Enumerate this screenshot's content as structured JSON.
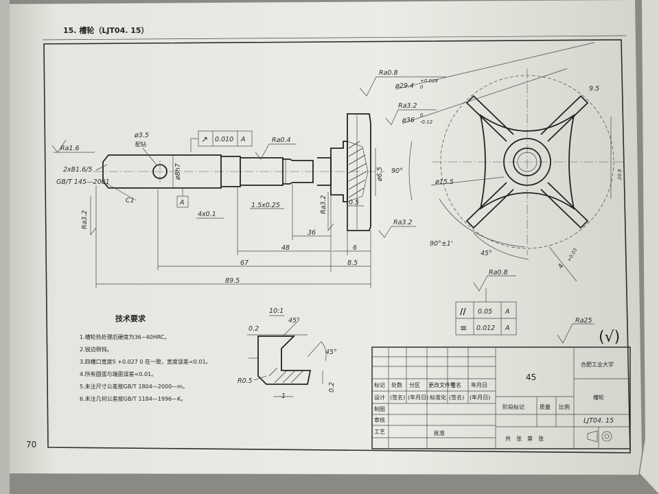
{
  "header": {
    "title": "15. 槽轮（LJT04. 15）",
    "page_number": "70"
  },
  "front_view": {
    "ra_left": "Ra1.6",
    "chamfer_spec_1": "2xB1.6/5",
    "chamfer_spec_2": "GB/T 145—2001",
    "chamfer_c1": "C1",
    "ra_left_vertical": "Ra3.2",
    "hole_dia": "ø3.5",
    "hole_note": "配钻",
    "shaft_dia": "ø8h7",
    "datum_a": "A",
    "runout_symbol": "↗",
    "runout_value": "0.010",
    "runout_datum": "A",
    "ra_top": "Ra0.4",
    "ra_mid_vertical": "Ra3.2",
    "groove_1": "4x0.1",
    "groove_2": "1.5x0.25",
    "dim_36": "36",
    "dim_48": "48",
    "dim_67": "67",
    "dim_89_5": "89.5",
    "dim_05": "0.5",
    "dim_6": "6",
    "dim_8_5": "8.5",
    "ra_right": "Ra3.2",
    "bore_dia": "ø6.5"
  },
  "side_view": {
    "ra_top": "Ra0.8",
    "dia_29": "ø29.4",
    "dia_29_tol_upper": "+0.028",
    "dia_29_tol_lower": "0",
    "ra_mid": "Ra3.2",
    "dia_36": "ø36",
    "dia_36_tol_upper": "0",
    "dia_36_tol_lower": "-0.12",
    "dim_9_5": "9.5",
    "dim_right": "20.8",
    "angle_90": "90°",
    "dia_15_5": "ø15.5",
    "angle_90_tol": "90°±1'",
    "angle_45": "45°",
    "slot_width": "4",
    "slot_tol": "+0.03",
    "ra_bottom": "Ra0.8",
    "parallel_symbol": "//",
    "parallel_value": "0.05",
    "parallel_datum": "A",
    "symmetry_symbol": "≡",
    "symmetry_value": "0.012",
    "symmetry_datum": "A",
    "ra_general": "Ra25",
    "ra_general_note": "(√)"
  },
  "detail_view": {
    "scale": "10:1",
    "dim_02_top": "0.2",
    "angle_top": "45°",
    "angle_right": "45°",
    "radius": "R0.5",
    "dim_1": "1",
    "dim_02_right": "0.2"
  },
  "tech_requirements": {
    "title": "技术要求",
    "items": [
      "1.槽轮热处理后硬度为36~40HRC。",
      "2.锐边倒钝。",
      "3.四槽口宽度5 +0.027 0 在一致，宽度误差<0.01。",
      "4.所有圆弧与端面误差<0.01。",
      "5.未注尺寸公差按GB/T 1804—2000—m。",
      "6.未注几何公差按GB/T 1184—1996—K。"
    ]
  },
  "title_block": {
    "material": "45",
    "company": "合肥工业大学",
    "part_name": "槽轮",
    "drawing_no": "LJT04. 15",
    "row_labels": [
      "标记",
      "设计",
      "制图",
      "审核",
      "工艺"
    ],
    "header_cells": [
      "处数",
      "分区",
      "更改文件号",
      "签名",
      "年月日"
    ],
    "sign_cells": [
      "(签名)",
      "(年月日)",
      "标准化",
      "(签名)",
      "(年月日)"
    ],
    "stage_label": "阶段标记",
    "weight_label": "质量",
    "scale_label": "比例",
    "sheets_label": "共　张　第　张",
    "approve_label": "批准"
  },
  "colors": {
    "paper": "#ecebe4",
    "ink": "#222222",
    "frame": "#2b2b2b",
    "background": "#8a8a84"
  }
}
